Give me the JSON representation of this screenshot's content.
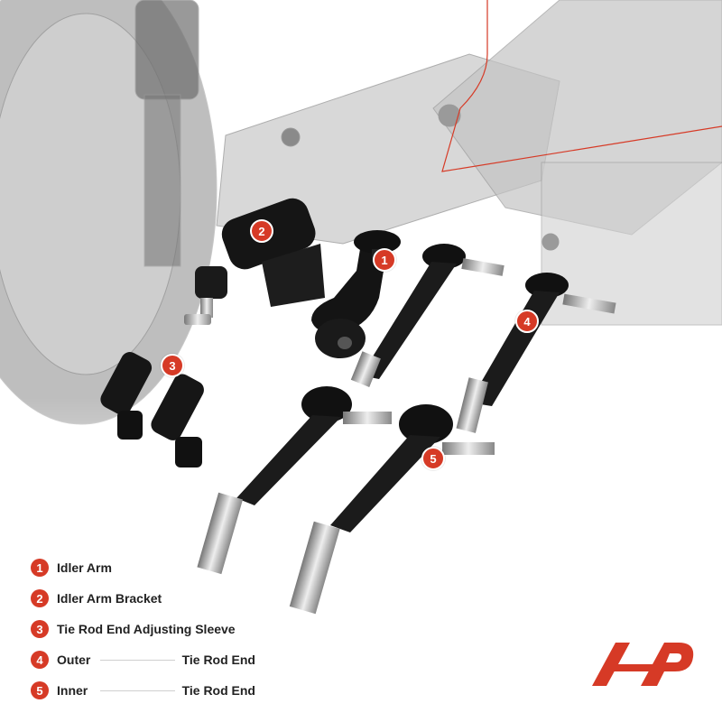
{
  "legend": [
    {
      "num": "1",
      "label": "Idler Arm"
    },
    {
      "num": "2",
      "label": "Idler Arm Bracket"
    },
    {
      "num": "3",
      "label": "Tie Rod End Adjusting Sleeve"
    },
    {
      "num": "4",
      "label_a": "Outer",
      "label_b": "Tie Rod End"
    },
    {
      "num": "5",
      "label_a": "Inner",
      "label_b": "Tie Rod End"
    }
  ],
  "callouts": [
    "1",
    "2",
    "3",
    "4",
    "5"
  ],
  "colors": {
    "accent": "#d63a26",
    "text": "#222222",
    "background_photo": "#c9c9c9"
  },
  "icons": [
    "brand-logo-icon"
  ]
}
